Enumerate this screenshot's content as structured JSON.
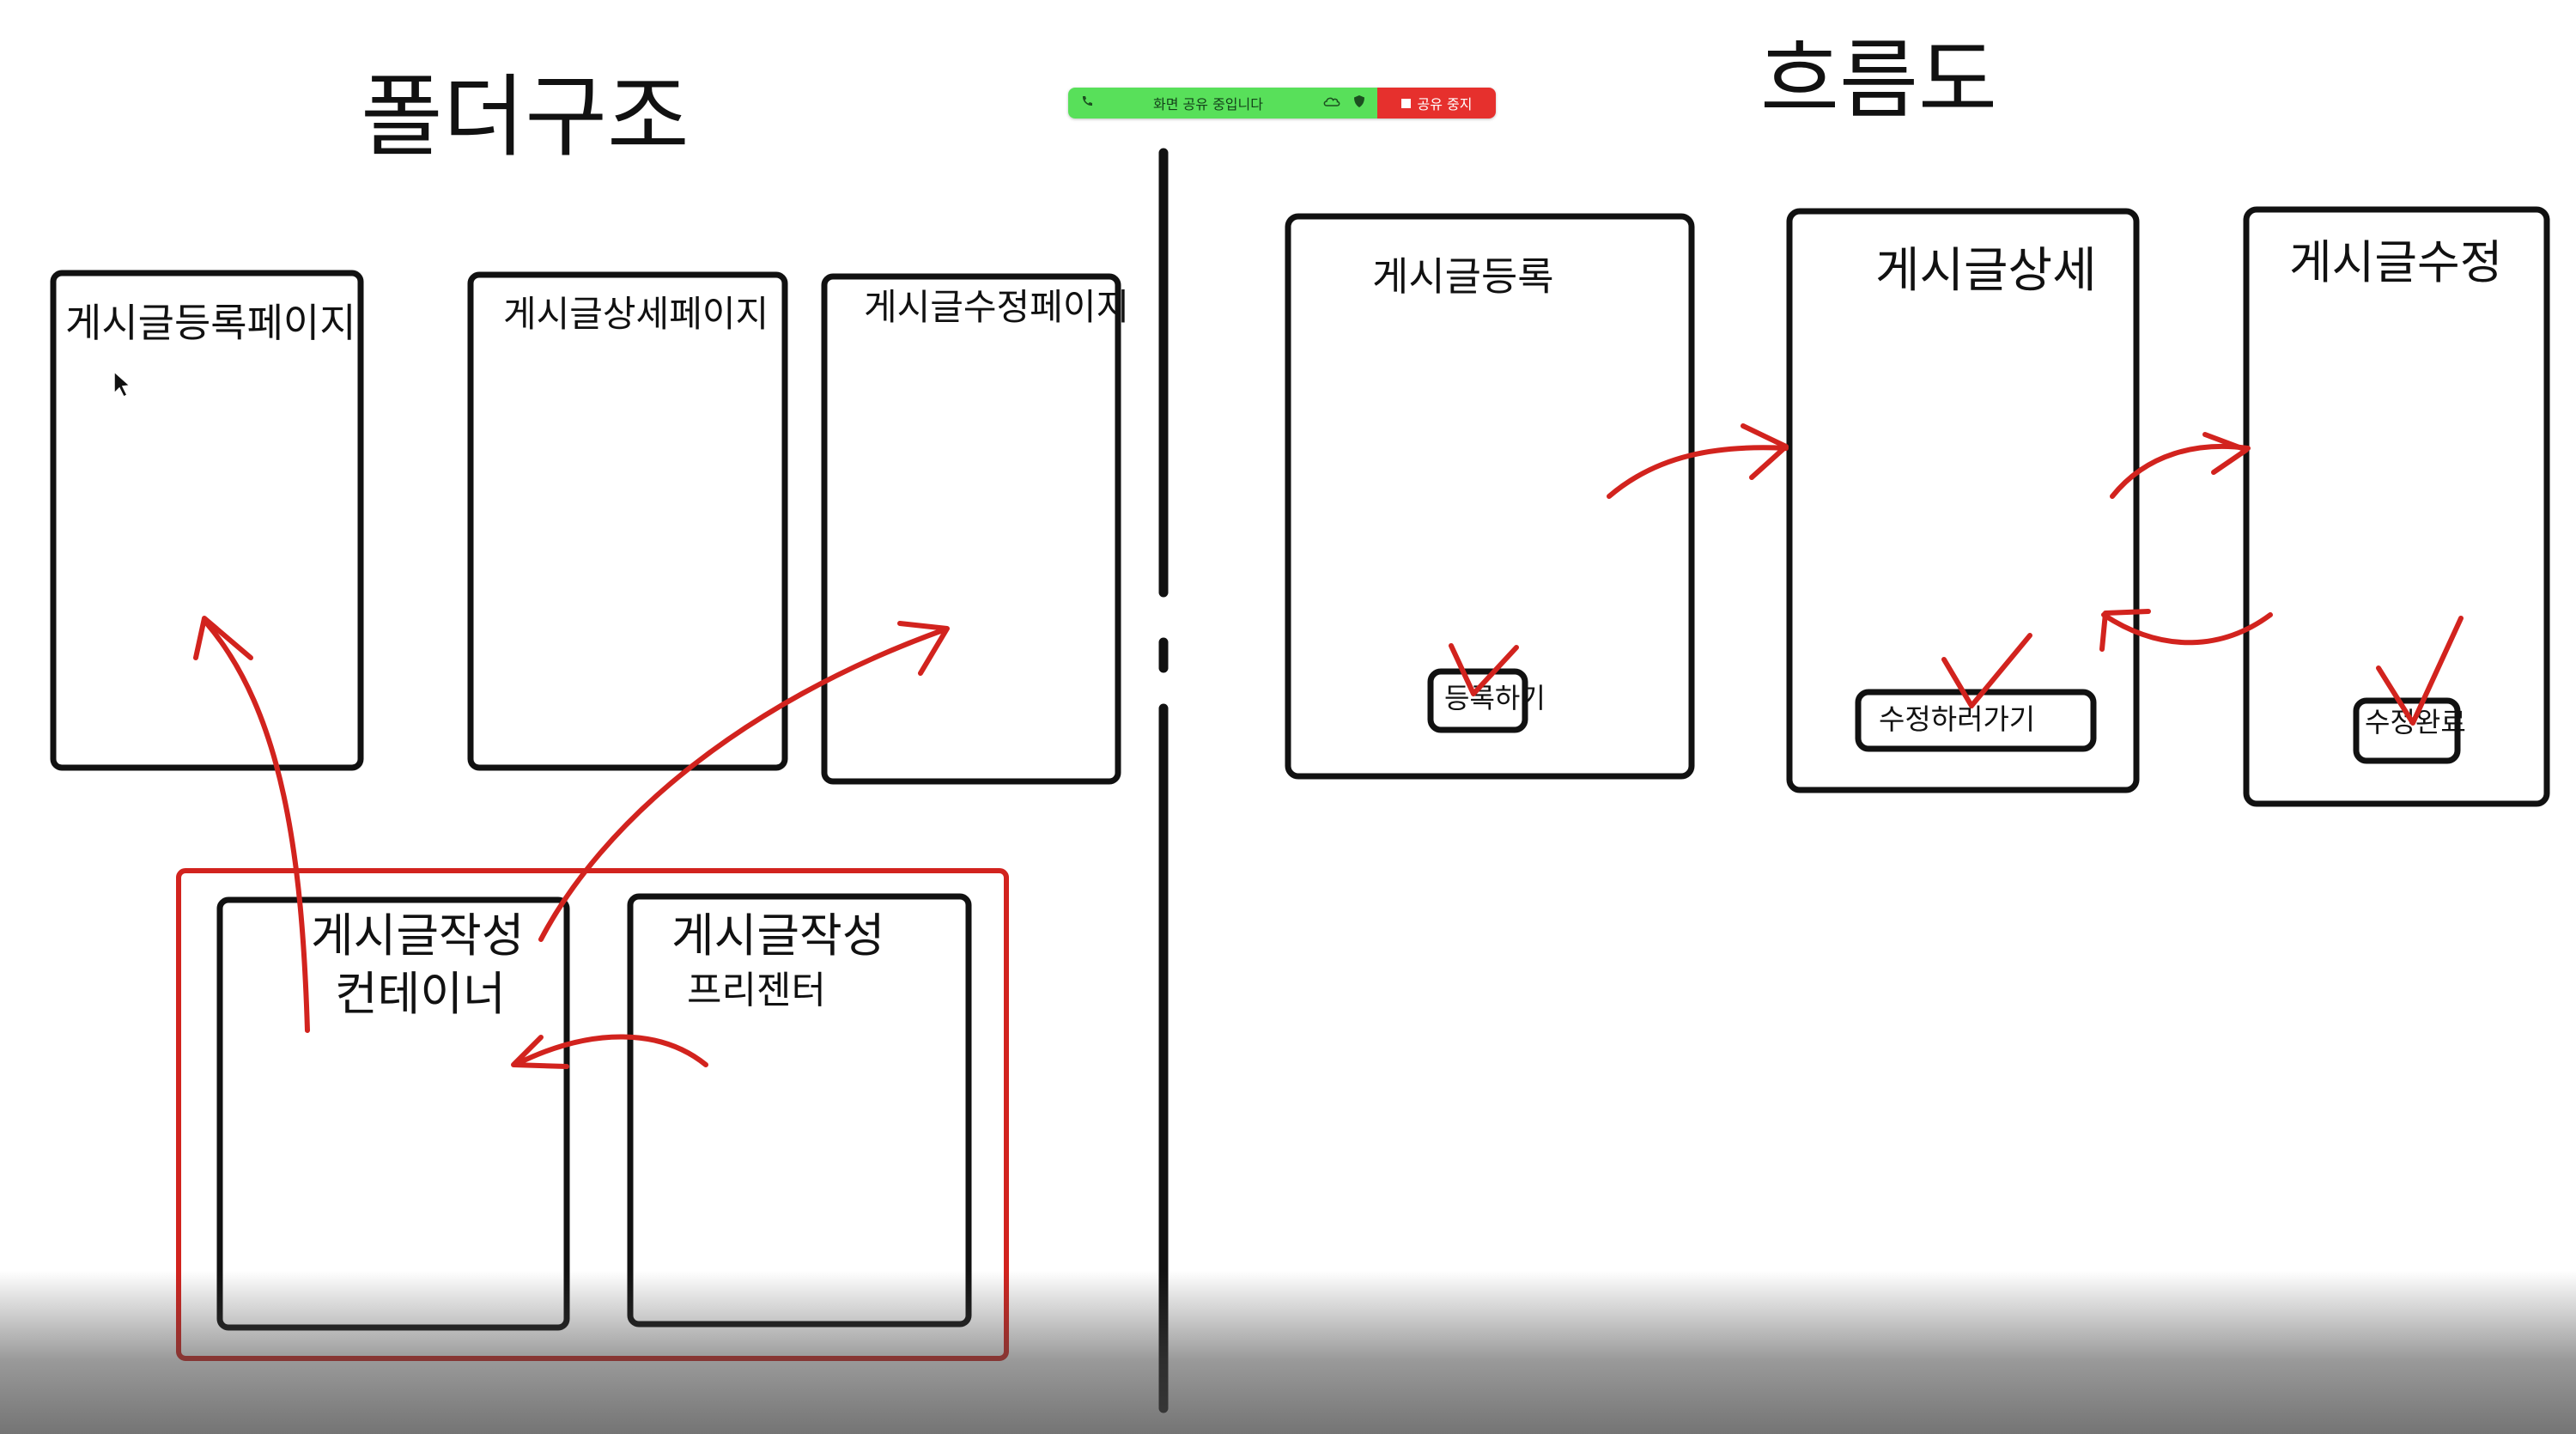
{
  "titles": {
    "left": "폴더구조",
    "right": "흐름도"
  },
  "folder_structure": {
    "pages": [
      "게시글등록페이지",
      "게시글상세페이지",
      "게시글수정페이지"
    ],
    "container": {
      "line1": "게시글작성",
      "line2": "컨테이너"
    },
    "presenter": {
      "line1": "게시글작성",
      "line2": "프리젠터"
    }
  },
  "flow": {
    "screens": [
      "게시글등록",
      "게시글상세",
      "게시글수정"
    ],
    "buttons": [
      "등록하기",
      "수정하러가기",
      "수정완료"
    ]
  },
  "share_bar": {
    "message": "화면 공유 중입니다",
    "stop_label": "공유 중지",
    "icons": [
      "phone-icon",
      "cloud-icon",
      "shield-icon",
      "stop-icon"
    ]
  },
  "colors": {
    "ink": "#111111",
    "annotation_red": "#d2231e",
    "share_green": "#58e05a",
    "share_red": "#e6302d"
  }
}
